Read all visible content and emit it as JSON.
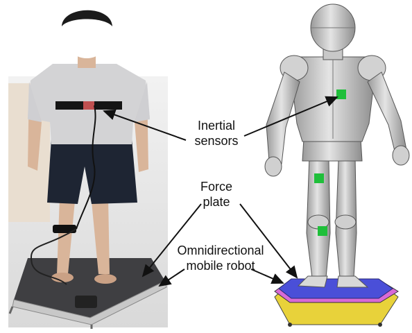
{
  "labels": {
    "sensors_line1": "Inertial",
    "sensors_line2": "sensors",
    "plate_line1": "Force",
    "plate_line2": "plate",
    "robot_line1": "Omnidirectional",
    "robot_line2": "mobile robot"
  },
  "colors": {
    "sensor_marker": "#1fbf3a",
    "platform_top": "#4a4fd8",
    "platform_rim": "#d86ad6",
    "platform_base": "#e8d23a",
    "arrow": "#111111"
  }
}
